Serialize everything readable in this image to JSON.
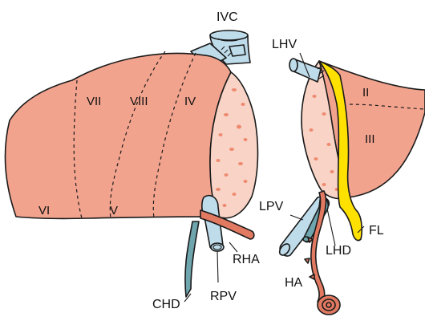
{
  "colors": {
    "liver": "#F2A38E",
    "cut_surface": "#F8D3C6",
    "cut_dots": "#EE8A70",
    "vein_blue": "#BFDCEB",
    "bile_duct_teal": "#6FA6AE",
    "artery_red": "#E27A62",
    "falciform_yellow": "#FFE100",
    "outline": "#1A1A1A"
  },
  "right_specimen": {
    "segments": {
      "vii": "VII",
      "viii": "VIII",
      "iv": "IV",
      "vi": "VI",
      "v": "V"
    },
    "labels": {
      "ivc": "IVC",
      "rha": "RHA",
      "chd": "CHD",
      "rpv": "RPV"
    }
  },
  "left_specimen": {
    "segments": {
      "ii": "II",
      "iii": "III"
    },
    "labels": {
      "lhv": "LHV",
      "lpv": "LPV",
      "fl": "FL",
      "lhd": "LHD",
      "ha": "HA"
    }
  }
}
